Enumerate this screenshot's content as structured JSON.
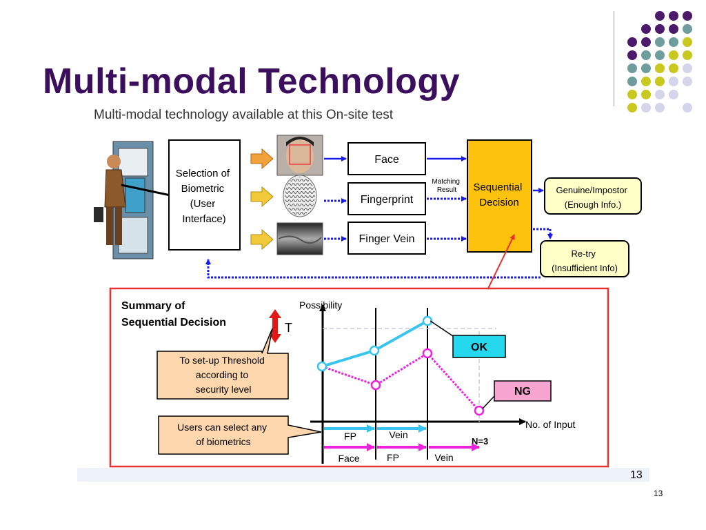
{
  "slide": {
    "title": "Multi-modal Technology",
    "slide_number": "13"
  },
  "figure": {
    "caption": "Multi-modal technology available at this On-site test",
    "page_number_in_image": "13",
    "selection_box": [
      "Selection of",
      "Biometric",
      "(User",
      "Interface)"
    ],
    "modalities": [
      "Face",
      "Fingerprint",
      "Finger Vein"
    ],
    "matching_result": [
      "Matching",
      "Result"
    ],
    "sequential_decision": [
      "Sequential",
      "Decision"
    ],
    "genuine_box": [
      "Genuine/Impostor",
      "(Enough Info.)"
    ],
    "retry_box": [
      "Re-try",
      "(Insufficient Info)"
    ],
    "summary": {
      "title_lines": [
        "Summary of",
        "Sequential Decision"
      ],
      "threshold_symbol": "T",
      "threshold_callout": [
        "To set-up Threshold",
        "according to",
        "security level"
      ],
      "users_callout": [
        "Users can select any",
        "of biometrics"
      ],
      "y_axis_label": "Possibility",
      "x_axis_label": "No. of Input",
      "ok_label": "OK",
      "ng_label": "NG",
      "n_label": "N=3",
      "cyan_sequence": [
        "FP",
        "Vein"
      ],
      "magenta_sequence": [
        "Face",
        "FP",
        "Vein"
      ]
    }
  },
  "colors": {
    "title": "#3b0f5e",
    "dot_purple": "#4b1a6a",
    "dot_teal": "#6f9c9c",
    "dot_olive": "#c8c81e",
    "dot_lavender": "#d4d4ea",
    "decision_fill": "#fcc20c",
    "arrow_blue": "#1a1aee",
    "frame_red": "#e8302e",
    "cyan": "#38c4ee",
    "magenta": "#ee22dd",
    "callout_fill": "#fcd6ad",
    "genuine_fill": "#ffffc8",
    "ok_fill": "#26d8ee",
    "ng_fill": "#f8a4d0"
  },
  "icons": [
    "person-at-kiosk-icon",
    "face-photo-icon",
    "fingerprint-icon",
    "finger-vein-icon"
  ]
}
